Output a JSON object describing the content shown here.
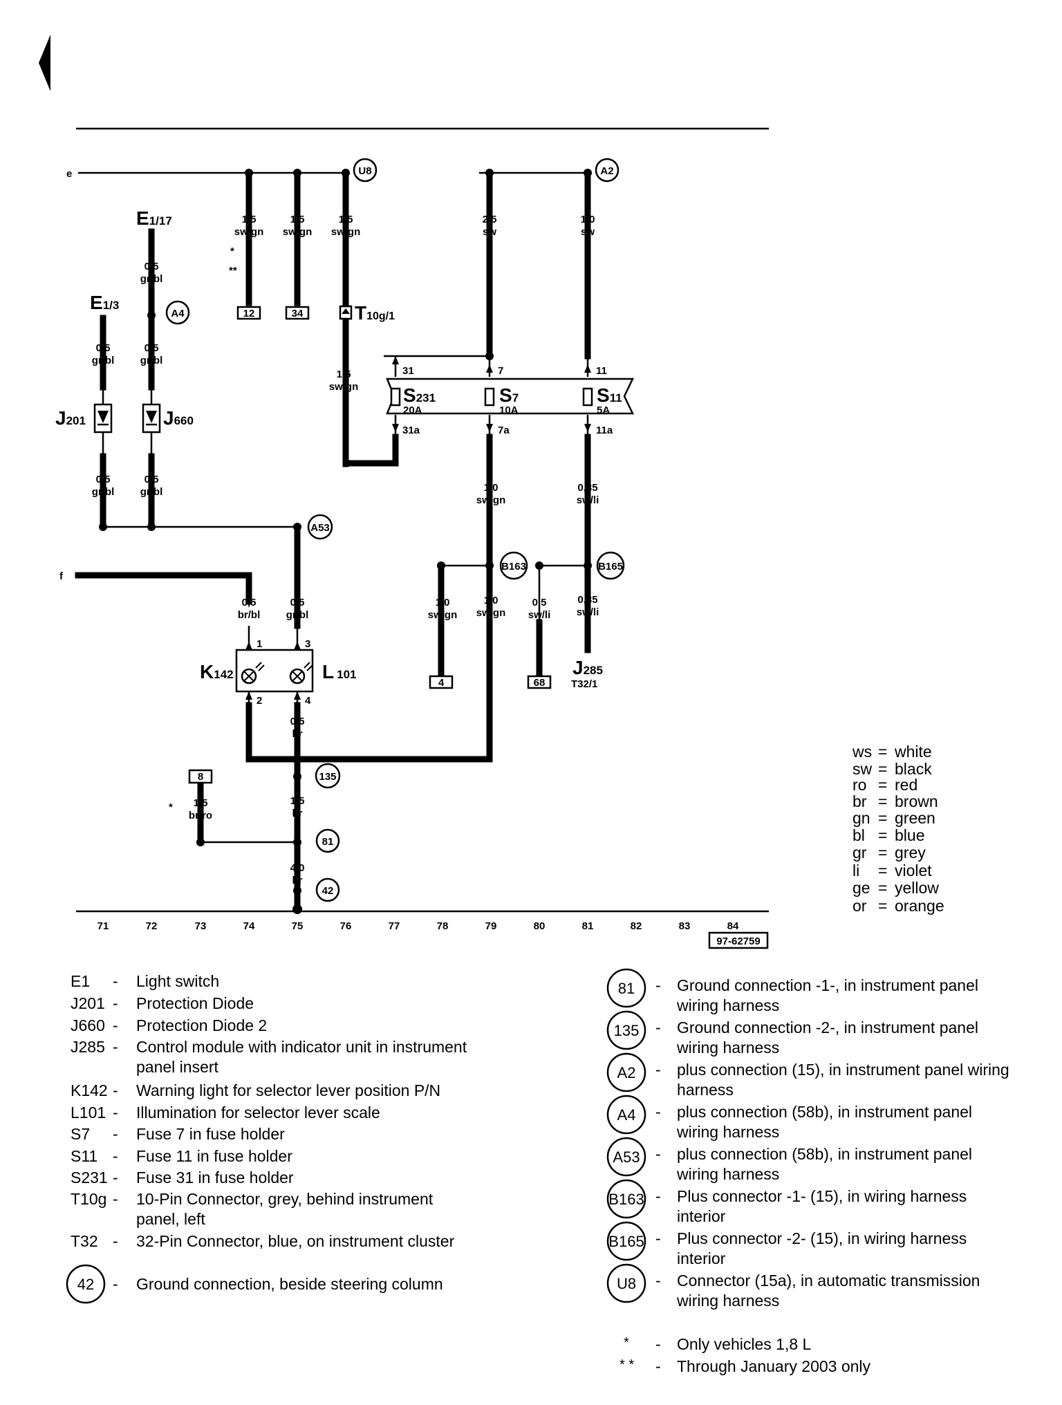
{
  "diagram_id": "97-62759",
  "side_labels": {
    "e": "e",
    "f": "f"
  },
  "columns": [
    "71",
    "72",
    "73",
    "74",
    "75",
    "76",
    "77",
    "78",
    "79",
    "80",
    "81",
    "82",
    "83",
    "84"
  ],
  "wire_labels": [
    {
      "id": "w1",
      "gauge": "1,5",
      "color": "sw/gn"
    },
    {
      "id": "w2",
      "gauge": "1,5",
      "color": "sw/gn"
    },
    {
      "id": "w3",
      "gauge": "1,5",
      "color": "sw/gn"
    },
    {
      "id": "w4",
      "gauge": "2,5",
      "color": "sw"
    },
    {
      "id": "w5",
      "gauge": "1,0",
      "color": "sw"
    },
    {
      "id": "w6",
      "gauge": "0,5",
      "color": "gr/bl"
    },
    {
      "id": "w7",
      "gauge": "0,5",
      "color": "gr/bl"
    },
    {
      "id": "w8",
      "gauge": "0,5",
      "color": "gr/bl"
    },
    {
      "id": "w9",
      "gauge": "0,5",
      "color": "gr/bl"
    },
    {
      "id": "w10",
      "gauge": "0,5",
      "color": "gr/bl"
    },
    {
      "id": "w11",
      "gauge": "1,5",
      "color": "sw/gn"
    },
    {
      "id": "w12",
      "gauge": "1,0",
      "color": "sw/gn"
    },
    {
      "id": "w13",
      "gauge": "0,35",
      "color": "sw/li"
    },
    {
      "id": "w14",
      "gauge": "0,5",
      "color": "br/bl"
    },
    {
      "id": "w15",
      "gauge": "0,5",
      "color": "gr/bl"
    },
    {
      "id": "w16",
      "gauge": "1,0",
      "color": "sw/gn"
    },
    {
      "id": "w17",
      "gauge": "1,0",
      "color": "sw/gn"
    },
    {
      "id": "w18",
      "gauge": "0,5",
      "color": "sw/li"
    },
    {
      "id": "w19",
      "gauge": "0,35",
      "color": "sw/li"
    },
    {
      "id": "w20",
      "gauge": "0,5",
      "color": "br"
    },
    {
      "id": "w21",
      "gauge": "1,5",
      "color": "br"
    },
    {
      "id": "w22",
      "gauge": "1,5",
      "color": "br/ro"
    },
    {
      "id": "w23",
      "gauge": "4,0",
      "color": "br"
    }
  ],
  "stars": {
    "single": "*",
    "double": "**"
  },
  "connectors": {
    "c12": "12",
    "c34": "34",
    "c4": "4",
    "c68": "68",
    "c8": "8"
  },
  "components": {
    "E1_17": {
      "main": "E",
      "sub": "1/17"
    },
    "E1_3": {
      "main": "E",
      "sub": "1/3"
    },
    "J201": {
      "main": "J",
      "sub": "201"
    },
    "J660": {
      "main": "J",
      "sub": "660"
    },
    "T10g1": {
      "main": "T",
      "sub": "10g/1"
    },
    "K142": {
      "main": "K",
      "sub": "142"
    },
    "L101": {
      "main": "L",
      "sub": "101"
    },
    "J285": {
      "main": "J",
      "sub": "285",
      "pin": "T32/1"
    }
  },
  "fuses": [
    {
      "main": "S",
      "sub": "231",
      "rating": "20A",
      "in": "31",
      "out": "31a"
    },
    {
      "main": "S",
      "sub": "7",
      "rating": "10A",
      "in": "7",
      "out": "7a"
    },
    {
      "main": "S",
      "sub": "11",
      "rating": "5A",
      "in": "11",
      "out": "11a"
    }
  ],
  "pins": {
    "p1": "1",
    "p2": "2",
    "p3": "3",
    "p4": "4"
  },
  "circle_labels": {
    "U8": "U8",
    "A2": "A2",
    "A4": "A4",
    "A53": "A53",
    "B163": "B163",
    "B165": "B165",
    "g135": "135",
    "g81": "81",
    "g42": "42"
  },
  "color_key": [
    {
      "code": "ws",
      "name": "white"
    },
    {
      "code": "sw",
      "name": "black"
    },
    {
      "code": "ro",
      "name": "red"
    },
    {
      "code": "br",
      "name": "brown"
    },
    {
      "code": "gn",
      "name": "green"
    },
    {
      "code": "bl",
      "name": "blue"
    },
    {
      "code": "gr",
      "name": "grey"
    },
    {
      "code": "li",
      "name": "violet"
    },
    {
      "code": "ge",
      "name": "yellow"
    },
    {
      "code": "or",
      "name": "orange"
    }
  ],
  "legend_left": [
    {
      "code": "E1",
      "desc": [
        "Light switch"
      ]
    },
    {
      "code": "J201",
      "desc": [
        "Protection Diode"
      ]
    },
    {
      "code": "J660",
      "desc": [
        "Protection Diode 2"
      ]
    },
    {
      "code": "J285",
      "desc": [
        "Control module with indicator unit in instrument",
        "panel insert"
      ]
    },
    {
      "code": "K142",
      "desc": [
        "Warning light for selector lever position P/N"
      ]
    },
    {
      "code": "L101",
      "desc": [
        "Illumination for selector lever scale"
      ]
    },
    {
      "code": "S7",
      "desc": [
        "Fuse 7 in fuse holder"
      ]
    },
    {
      "code": "S11",
      "desc": [
        "Fuse 11 in fuse holder"
      ]
    },
    {
      "code": "S231",
      "desc": [
        "Fuse 31 in fuse holder"
      ]
    },
    {
      "code": "T10g",
      "desc": [
        "10-Pin Connector, grey, behind instrument",
        "panel, left"
      ]
    },
    {
      "code": "T32",
      "desc": [
        "32-Pin Connector, blue, on instrument cluster"
      ]
    }
  ],
  "legend_left_circle": {
    "code": "42",
    "desc": "Ground connection, beside steering column"
  },
  "legend_right": [
    {
      "code": "81",
      "desc": [
        "Ground connection -1-, in instrument panel",
        "wiring harness"
      ]
    },
    {
      "code": "135",
      "desc": [
        "Ground connection -2-, in instrument panel",
        "wiring harness"
      ]
    },
    {
      "code": "A2",
      "desc": [
        "plus connection (15), in instrument panel wiring",
        "harness"
      ]
    },
    {
      "code": "A4",
      "desc": [
        "plus connection (58b), in instrument panel",
        "wiring harness"
      ]
    },
    {
      "code": "A53",
      "desc": [
        "plus connection (58b), in instrument panel",
        "wiring harness"
      ]
    },
    {
      "code": "B163",
      "desc": [
        "Plus connector -1- (15), in wiring harness",
        "interior"
      ]
    },
    {
      "code": "B165",
      "desc": [
        "Plus connector -2- (15), in wiring harness",
        "interior"
      ]
    },
    {
      "code": "U8",
      "desc": [
        "Connector (15a), in automatic transmission",
        "wiring harness"
      ]
    }
  ],
  "footnotes": [
    {
      "mark": "*",
      "desc": "Only vehicles 1,8 L"
    },
    {
      "mark": "* *",
      "desc": "Through January 2003 only"
    }
  ],
  "dash": "-"
}
